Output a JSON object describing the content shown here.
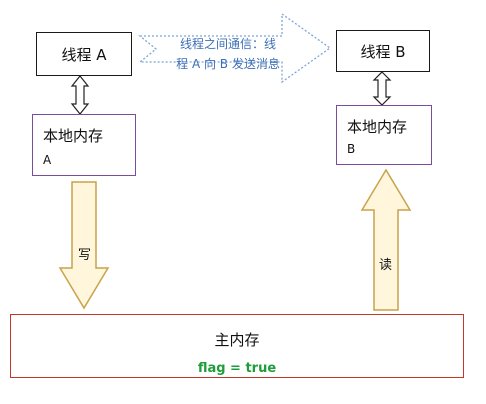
{
  "thread_a": {
    "label": "线程 A"
  },
  "thread_b": {
    "label": "线程 B"
  },
  "local_mem_a": {
    "line1": "本地内存",
    "line2": "A"
  },
  "local_mem_b": {
    "line1": "本地内存",
    "line2": "B"
  },
  "banner": {
    "line1": "线程之间通信：线",
    "line2": "程 A 向 B 发送消息"
  },
  "write_label": "写",
  "read_label": "读",
  "main_memory": {
    "title": "主内存",
    "flag": "flag = true"
  },
  "colors": {
    "thread_border": "#1a1a1a",
    "local_border": "#7a4d9c",
    "main_border": "#c0392b",
    "arrow_fill": "#fff6dc",
    "arrow_stroke": "#c9a24a",
    "banner_stroke": "#7aa6d6",
    "banner_text": "#3d6fb6",
    "flag_text": "#1f9d3a"
  }
}
